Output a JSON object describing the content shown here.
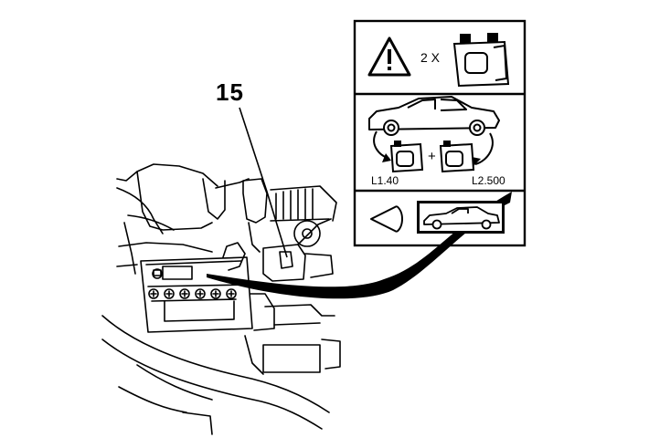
{
  "figure": {
    "callout_number": "15",
    "panels": {
      "warning": {
        "multiplier_text": "2 X",
        "warning_icon": "warning-triangle-icon",
        "battery_icon": "battery-icon"
      },
      "vehicle": {
        "car_icon": "sedan-car-icon",
        "plus_text": "+",
        "left_label": "L1.40",
        "right_label": "L2.500"
      },
      "view": {
        "eye_icon": "view-direction-icon",
        "car_icon": "sedan-car-icon"
      }
    },
    "colors": {
      "line": "#000000",
      "background": "#ffffff"
    }
  }
}
